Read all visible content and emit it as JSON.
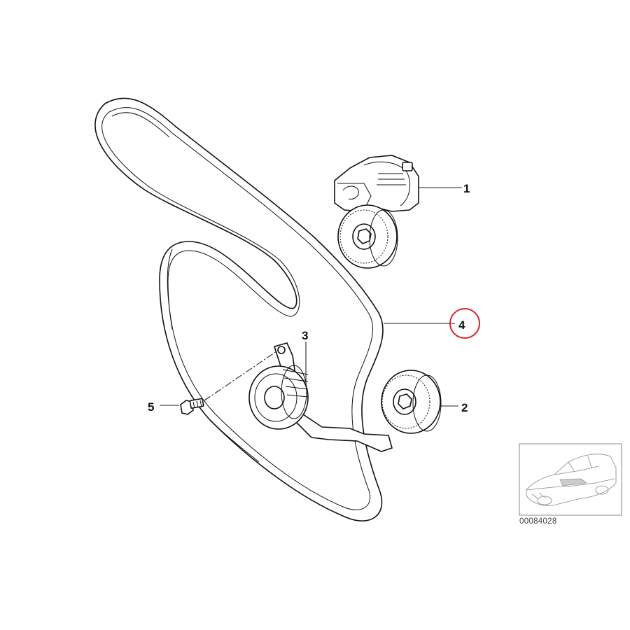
{
  "callouts": {
    "part1": "1",
    "part2": "2",
    "part3": "3",
    "part4": "4",
    "part5": "5"
  },
  "highlight_color": "#d9222a",
  "reference_number": "00084028"
}
